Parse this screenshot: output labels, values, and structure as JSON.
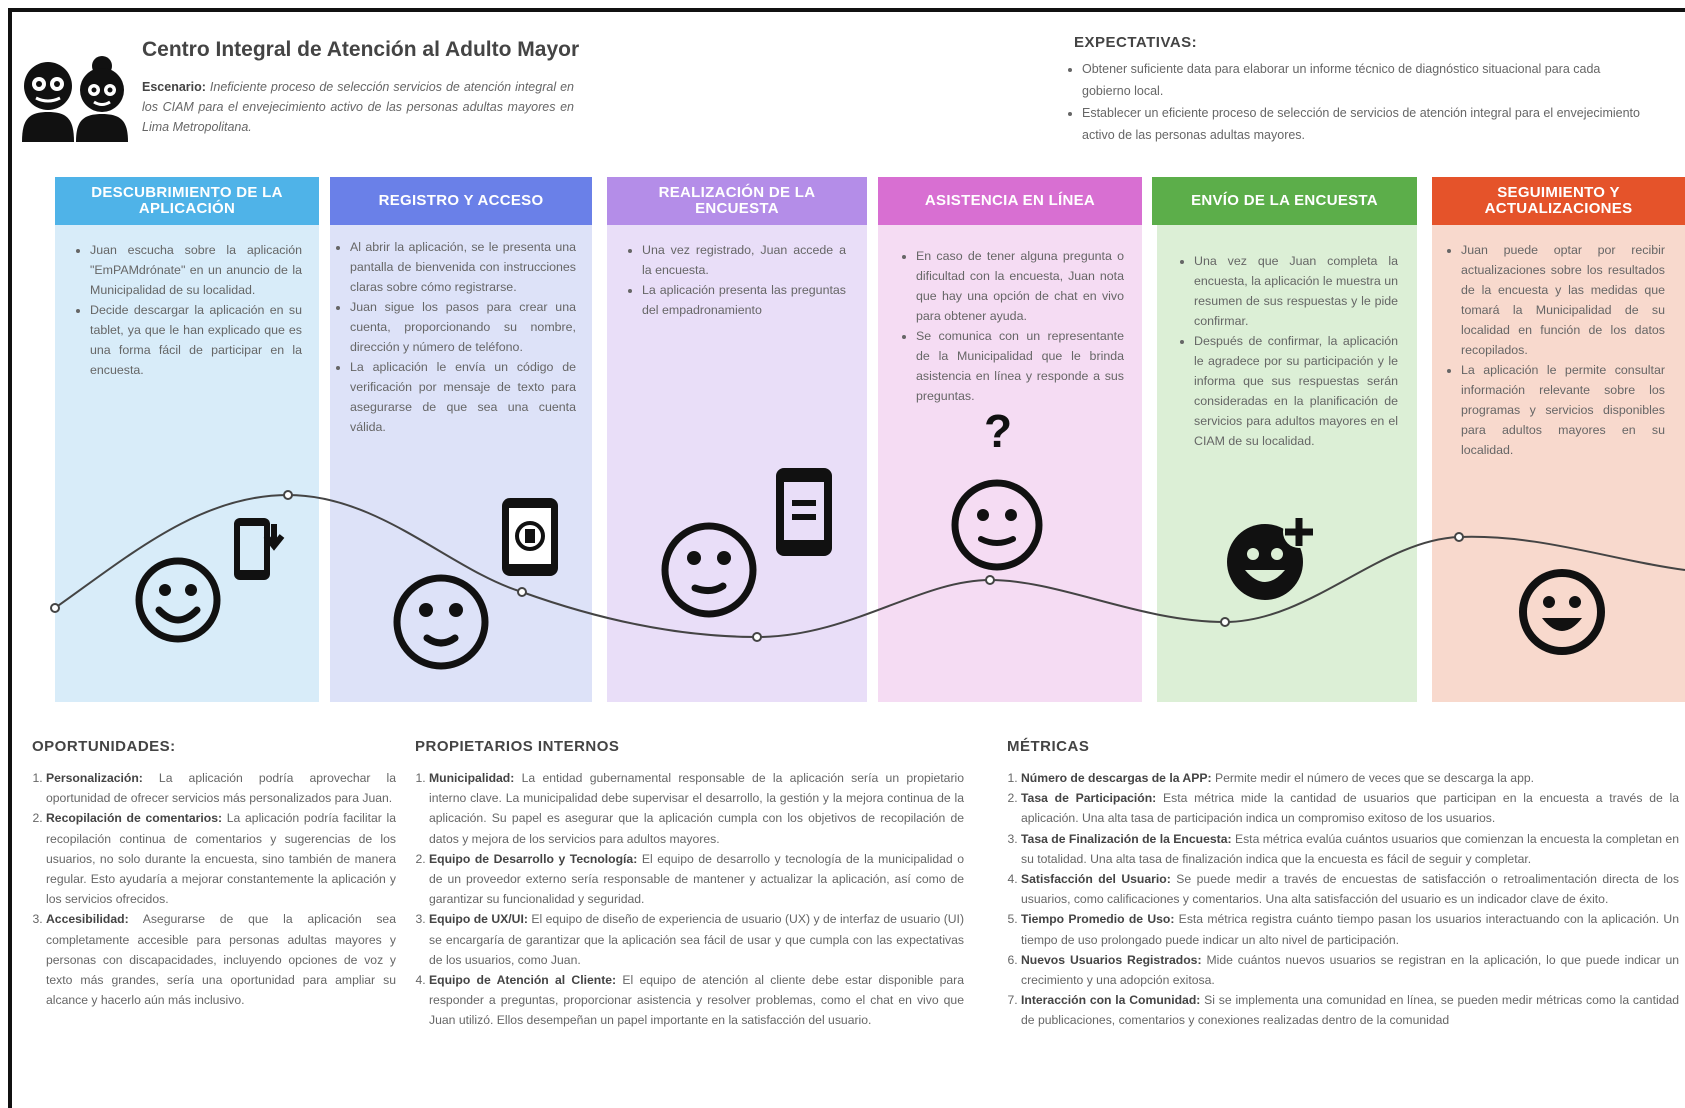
{
  "header": {
    "title": "Centro Integral de Atención al Adulto Mayor",
    "scenario_label": "Escenario:",
    "scenario_text": "Ineficiente proceso de selección servicios de atención integral en los CIAM para el envejecimiento activo de las personas adultas mayores en Lima Metropolitana."
  },
  "expectations": {
    "title": "EXPECTATIVAS:",
    "items": [
      "Obtener suficiente data para elaborar un informe técnico de diagnóstico situacional para cada gobierno local.",
      "Establecer un eficiente proceso de selección de servicios de atención integral para el envejecimiento activo de las personas adultas mayores."
    ]
  },
  "stages": [
    {
      "title": "DESCUBRIMIENTO DE LA APLICACIÓN",
      "header_color": "#4fb3e8",
      "bg_color": "#d8ecf9",
      "bullets": [
        "Juan escucha sobre la aplicación \"EmPAMdrónate\" en un anuncio de la Municipalidad de su localidad.",
        "Decide descargar la aplicación en su tablet, ya que le han explicado que es una forma fácil de participar en la encuesta."
      ],
      "emotion_icon": "smile-face-icon",
      "device_icon": "phone-download-icon"
    },
    {
      "title": "REGISTRO Y ACCESO",
      "header_color": "#6a80e8",
      "bg_color": "#dde2f8",
      "bullets": [
        "Al abrir la aplicación, se le presenta una pantalla de bienvenida con instrucciones claras sobre cómo registrarse.",
        "Juan sigue los pasos para crear una cuenta, proporcionando su nombre, dirección y número de teléfono.",
        "La aplicación le envía un código de verificación por mensaje de texto para asegurarse de que sea una cuenta válida."
      ],
      "emotion_icon": "smile-face-icon",
      "device_icon": "tablet-rotate-icon"
    },
    {
      "title": "REALIZACIÓN DE LA ENCUESTA",
      "header_color": "#b48de8",
      "bg_color": "#e9def8",
      "bullets": [
        "Una vez registrado, Juan accede a la encuesta.",
        "La aplicación presenta las preguntas del empadronamiento"
      ],
      "emotion_icon": "neutral-smile-face-icon",
      "device_icon": "phone-document-icon"
    },
    {
      "title": "ASISTENCIA EN LÍNEA",
      "header_color": "#d86fd2",
      "bg_color": "#f5dcf3",
      "bullets": [
        "En caso de tener alguna pregunta o dificultad con la encuesta, Juan nota que hay una opción de chat en vivo para obtener ayuda.",
        "Se comunica con un representante de la Municipalidad que le brinda asistencia en línea y responde a sus preguntas."
      ],
      "emotion_icon": "question-face-icon",
      "device_icon": "question-mark-icon"
    },
    {
      "title": "ENVÍO DE LA ENCUESTA",
      "header_color": "#5cae4a",
      "bg_color": "#dcefd6",
      "bullets": [
        "Una vez que Juan completa la encuesta, la aplicación le muestra un resumen de sus respuestas y le pide confirmar.",
        "Después de confirmar, la aplicación le agradece por su participación y le informa que sus respuestas serán consideradas en la planificación de servicios para adultos mayores en el CIAM de su localidad."
      ],
      "emotion_icon": "add-reaction-icon",
      "device_icon": ""
    },
    {
      "title": "SEGUIMIENTO Y ACTUALIZACIONES",
      "header_color": "#e5532a",
      "bg_color": "#f8d9cd",
      "bullets": [
        "Juan puede optar por recibir actualizaciones sobre los resultados de la encuesta y las medidas que tomará la Municipalidad de su localidad en función de los datos recopilados.",
        "La aplicación le permite consultar información relevante sobre los programas y servicios disponibles para adultos mayores en su localidad."
      ],
      "emotion_icon": "happy-face-icon",
      "device_icon": ""
    }
  ],
  "opportunities": {
    "title": "OPORTUNIDADES:",
    "items": [
      {
        "label": "Personalización:",
        "text": " La aplicación podría aprovechar la oportunidad de ofrecer servicios más personalizados para Juan."
      },
      {
        "label": "Recopilación de comentarios:",
        "text": " La aplicación podría facilitar la recopilación continua de comentarios y sugerencias de los usuarios, no solo durante la encuesta, sino también de manera regular. Esto ayudaría a mejorar constantemente la aplicación y los servicios ofrecidos."
      },
      {
        "label": "Accesibilidad:",
        "text": " Asegurarse de que la aplicación sea completamente accesible para personas adultas mayores y personas con discapacidades, incluyendo opciones de voz y texto más grandes, sería una oportunidad para ampliar su alcance y hacerlo aún más inclusivo."
      }
    ]
  },
  "owners": {
    "title": "PROPIETARIOS INTERNOS",
    "items": [
      {
        "label": "Municipalidad:",
        "text": " La entidad gubernamental responsable de la aplicación sería un propietario interno clave. La municipalidad debe supervisar el desarrollo, la gestión y la mejora continua de la aplicación. Su papel es asegurar que la aplicación cumpla con los objetivos de recopilación de datos y mejora de los servicios para adultos mayores."
      },
      {
        "label": "Equipo de Desarrollo y Tecnología:",
        "text": " El equipo de desarrollo y tecnología de la municipalidad o de un proveedor externo sería responsable de mantener y actualizar la aplicación, así como de garantizar su funcionalidad y seguridad."
      },
      {
        "label": "Equipo de UX/UI:",
        "text": " El equipo de diseño de experiencia de usuario (UX) y de interfaz de usuario (UI) se encargaría de garantizar que la aplicación sea fácil de usar y que cumpla con las expectativas de los usuarios, como Juan."
      },
      {
        "label": "Equipo de Atención al Cliente:",
        "text": " El equipo de atención al cliente debe estar disponible para responder a preguntas, proporcionar asistencia y resolver problemas, como el chat en vivo que Juan utilizó. Ellos desempeñan un papel importante en la satisfacción del usuario."
      }
    ]
  },
  "metrics": {
    "title": "MÉTRICAS",
    "items": [
      {
        "label": "Número de descargas de la APP:",
        "text": " Permite medir el número de veces que se descarga la app."
      },
      {
        "label": "Tasa de Participación:",
        "text": " Esta métrica mide la cantidad de usuarios que participan en la encuesta a través de la aplicación. Una alta tasa de participación indica un compromiso exitoso de los usuarios."
      },
      {
        "label": "Tasa de Finalización de la Encuesta:",
        "text": " Esta métrica evalúa cuántos usuarios que comienzan la encuesta la completan en su totalidad. Una alta tasa de finalización indica que la encuesta es fácil de seguir y completar."
      },
      {
        "label": "Satisfacción del Usuario:",
        "text": " Se puede medir a través de encuestas de satisfacción o retroalimentación directa de los usuarios, como calificaciones y comentarios. Una alta satisfacción del usuario es un indicador clave de éxito."
      },
      {
        "label": "Tiempo Promedio de Uso:",
        "text": " Esta métrica registra cuánto tiempo pasan los usuarios interactuando con la aplicación. Un tiempo de uso prolongado puede indicar un alto nivel de participación."
      },
      {
        "label": "Nuevos Usuarios Registrados:",
        "text": " Mide cuántos nuevos usuarios se registran en la aplicación, lo que puede indicar un crecimiento y una adopción exitosa."
      },
      {
        "label": "Interacción con la Comunidad:",
        "text": " Si se implementa una comunidad en línea, se pueden medir métricas como la cantidad de publicaciones, comentarios y conexiones realizadas dentro de la comunidad"
      }
    ]
  }
}
